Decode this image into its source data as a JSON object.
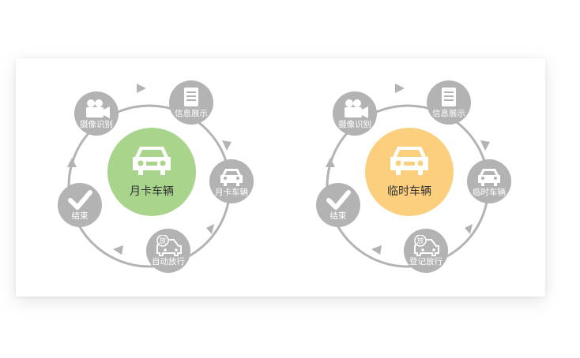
{
  "colors": {
    "monthly_center": "#a8d48c",
    "temp_center": "#fbcf7e",
    "node": "#b3b3b3",
    "ring": "#b3b3b3"
  },
  "monthly": {
    "center_label": "月卡车辆",
    "nodes": {
      "camera": "摄像识别",
      "info": "信息展示",
      "vehicle": "月卡车辆",
      "release": "自动放行",
      "end": "结束"
    }
  },
  "temporary": {
    "center_label": "临时车辆",
    "nodes": {
      "camera": "摄像识别",
      "info": "信息展示",
      "vehicle": "临时车辆",
      "release": "登记放行",
      "end": "结束"
    }
  },
  "icons": {
    "center": "car-icon",
    "camera": "camera-icon",
    "info": "document-icon",
    "vehicle": "car-icon",
    "release": "release-car-icon",
    "end": "checkmark-icon",
    "release_badge": "放"
  }
}
